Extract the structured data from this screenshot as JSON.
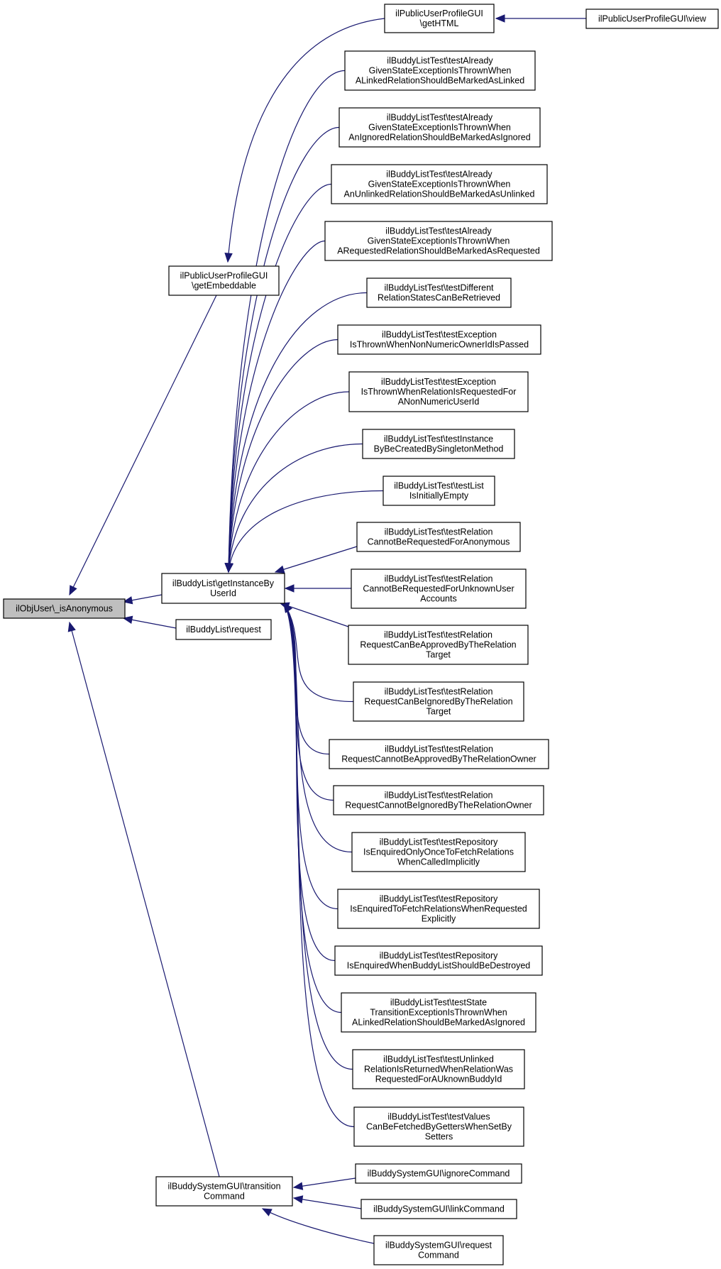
{
  "graph": {
    "nodes": [
      {
        "id": "root",
        "lines": [
          "ilObjUser\\_isAnonymous"
        ],
        "root": true
      },
      {
        "id": "profile_embed",
        "lines": [
          "ilPublicUserProfileGUI",
          "\\getEmbeddable"
        ]
      },
      {
        "id": "profile_html",
        "lines": [
          "ilPublicUserProfileGUI",
          "\\getHTML"
        ]
      },
      {
        "id": "profile_view",
        "lines": [
          "ilPublicUserProfileGUI\\view"
        ]
      },
      {
        "id": "buddy_get",
        "lines": [
          "ilBuddyList\\getInstanceBy",
          "UserId"
        ]
      },
      {
        "id": "buddy_request",
        "lines": [
          "ilBuddyList\\request"
        ]
      },
      {
        "id": "t1",
        "lines": [
          "ilBuddyListTest\\testAlready",
          "GivenStateExceptionIsThrownWhen",
          "ALinkedRelationShouldBeMarkedAsLinked"
        ]
      },
      {
        "id": "t2",
        "lines": [
          "ilBuddyListTest\\testAlready",
          "GivenStateExceptionIsThrownWhen",
          "AnIgnoredRelationShouldBeMarkedAsIgnored"
        ]
      },
      {
        "id": "t3",
        "lines": [
          "ilBuddyListTest\\testAlready",
          "GivenStateExceptionIsThrownWhen",
          "AnUnlinkedRelationShouldBeMarkedAsUnlinked"
        ]
      },
      {
        "id": "t4",
        "lines": [
          "ilBuddyListTest\\testAlready",
          "GivenStateExceptionIsThrownWhen",
          "ARequestedRelationShouldBeMarkedAsRequested"
        ]
      },
      {
        "id": "t5",
        "lines": [
          "ilBuddyListTest\\testDifferent",
          "RelationStatesCanBeRetrieved"
        ]
      },
      {
        "id": "t6",
        "lines": [
          "ilBuddyListTest\\testException",
          "IsThrownWhenNonNumericOwnerIdIsPassed"
        ]
      },
      {
        "id": "t7",
        "lines": [
          "ilBuddyListTest\\testException",
          "IsThrownWhenRelationIsRequestedFor",
          "ANonNumericUserId"
        ]
      },
      {
        "id": "t8",
        "lines": [
          "ilBuddyListTest\\testInstance",
          "ByBeCreatedBySingletonMethod"
        ]
      },
      {
        "id": "t9",
        "lines": [
          "ilBuddyListTest\\testList",
          "IsInitiallyEmpty"
        ]
      },
      {
        "id": "t10",
        "lines": [
          "ilBuddyListTest\\testRelation",
          "CannotBeRequestedForAnonymous"
        ]
      },
      {
        "id": "t11",
        "lines": [
          "ilBuddyListTest\\testRelation",
          "CannotBeRequestedForUnknownUser",
          "Accounts"
        ]
      },
      {
        "id": "t12",
        "lines": [
          "ilBuddyListTest\\testRelation",
          "RequestCanBeApprovedByTheRelation",
          "Target"
        ]
      },
      {
        "id": "t13",
        "lines": [
          "ilBuddyListTest\\testRelation",
          "RequestCanBeIgnoredByTheRelation",
          "Target"
        ]
      },
      {
        "id": "t14",
        "lines": [
          "ilBuddyListTest\\testRelation",
          "RequestCannotBeApprovedByTheRelationOwner"
        ]
      },
      {
        "id": "t15",
        "lines": [
          "ilBuddyListTest\\testRelation",
          "RequestCannotBeIgnoredByTheRelationOwner"
        ]
      },
      {
        "id": "t16",
        "lines": [
          "ilBuddyListTest\\testRepository",
          "IsEnquiredOnlyOnceToFetchRelations",
          "WhenCalledImplicitly"
        ]
      },
      {
        "id": "t17",
        "lines": [
          "ilBuddyListTest\\testRepository",
          "IsEnquiredToFetchRelationsWhenRequested",
          "Explicitly"
        ]
      },
      {
        "id": "t18",
        "lines": [
          "ilBuddyListTest\\testRepository",
          "IsEnquiredWhenBuddyListShouldBeDestroyed"
        ]
      },
      {
        "id": "t19",
        "lines": [
          "ilBuddyListTest\\testState",
          "TransitionExceptionIsThrownWhen",
          "ALinkedRelationShouldBeMarkedAsIgnored"
        ]
      },
      {
        "id": "t20",
        "lines": [
          "ilBuddyListTest\\testUnlinked",
          "RelationIsReturnedWhenRelationWas",
          "RequestedForAUknownBuddyId"
        ]
      },
      {
        "id": "t21",
        "lines": [
          "ilBuddyListTest\\testValues",
          "CanBeFetchedByGettersWhenSetBy",
          "Setters"
        ]
      },
      {
        "id": "bs_trans",
        "lines": [
          "ilBuddySystemGUI\\transition",
          "Command"
        ]
      },
      {
        "id": "bs_ignore",
        "lines": [
          "ilBuddySystemGUI\\ignoreCommand"
        ]
      },
      {
        "id": "bs_link",
        "lines": [
          "ilBuddySystemGUI\\linkCommand"
        ]
      },
      {
        "id": "bs_request",
        "lines": [
          "ilBuddySystemGUI\\request",
          "Command"
        ]
      }
    ],
    "edges": [
      {
        "from": "profile_embed",
        "to": "root"
      },
      {
        "from": "buddy_get",
        "to": "root"
      },
      {
        "from": "buddy_request",
        "to": "root"
      },
      {
        "from": "bs_trans",
        "to": "root"
      },
      {
        "from": "profile_html",
        "to": "profile_embed"
      },
      {
        "from": "profile_view",
        "to": "profile_html"
      },
      {
        "from": "t1",
        "to": "buddy_get"
      },
      {
        "from": "t2",
        "to": "buddy_get"
      },
      {
        "from": "t3",
        "to": "buddy_get"
      },
      {
        "from": "t4",
        "to": "buddy_get"
      },
      {
        "from": "t5",
        "to": "buddy_get"
      },
      {
        "from": "t6",
        "to": "buddy_get"
      },
      {
        "from": "t7",
        "to": "buddy_get"
      },
      {
        "from": "t8",
        "to": "buddy_get"
      },
      {
        "from": "t9",
        "to": "buddy_get"
      },
      {
        "from": "t10",
        "to": "buddy_get"
      },
      {
        "from": "t11",
        "to": "buddy_get"
      },
      {
        "from": "t12",
        "to": "buddy_get"
      },
      {
        "from": "t13",
        "to": "buddy_get"
      },
      {
        "from": "t14",
        "to": "buddy_get"
      },
      {
        "from": "t15",
        "to": "buddy_get"
      },
      {
        "from": "t16",
        "to": "buddy_get"
      },
      {
        "from": "t17",
        "to": "buddy_get"
      },
      {
        "from": "t18",
        "to": "buddy_get"
      },
      {
        "from": "t19",
        "to": "buddy_get"
      },
      {
        "from": "t20",
        "to": "buddy_get"
      },
      {
        "from": "t21",
        "to": "buddy_get"
      },
      {
        "from": "bs_ignore",
        "to": "bs_trans"
      },
      {
        "from": "bs_link",
        "to": "bs_trans"
      },
      {
        "from": "bs_request",
        "to": "bs_trans"
      }
    ],
    "colors": {
      "edge": "#191970",
      "root_fill": "#bfbfbf",
      "node_fill": "#ffffff",
      "border": "#000000"
    }
  }
}
